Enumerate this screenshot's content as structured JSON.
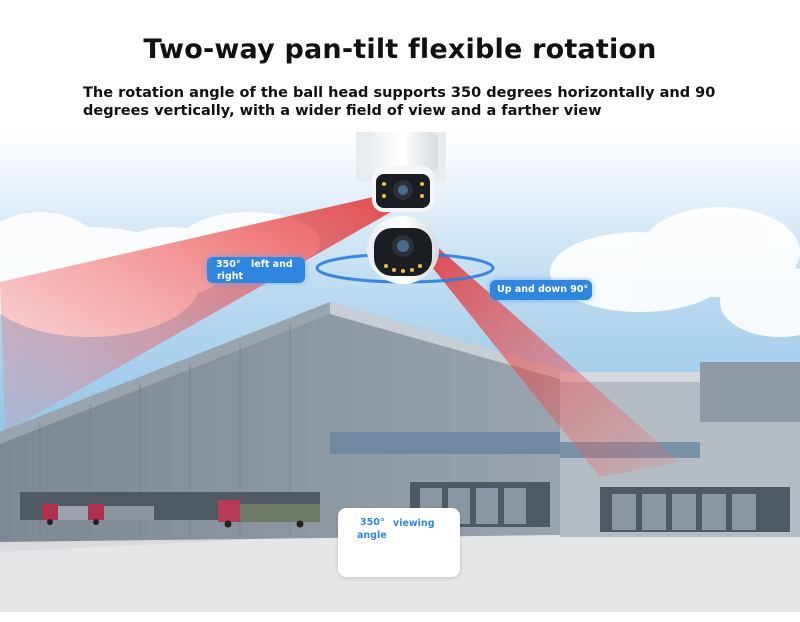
{
  "header": {
    "title": "Two-way pan-tilt flexible rotation",
    "subtitle": "The rotation angle of the ball head supports 350 degrees horizontally and 90 degrees vertically, with a wider field of view and a farther view"
  },
  "labels": {
    "horizontal_angle": "350°",
    "horizontal_text": "left and right",
    "vertical_text": "Up and down 90°",
    "viewing_angle": "350°",
    "viewing_text": "viewing angle"
  },
  "colors": {
    "accent_blue": "#2f86df",
    "beam_red": "#e03a3a",
    "sky": "#9cc7e6",
    "building_gray": "#8f9aa6"
  }
}
